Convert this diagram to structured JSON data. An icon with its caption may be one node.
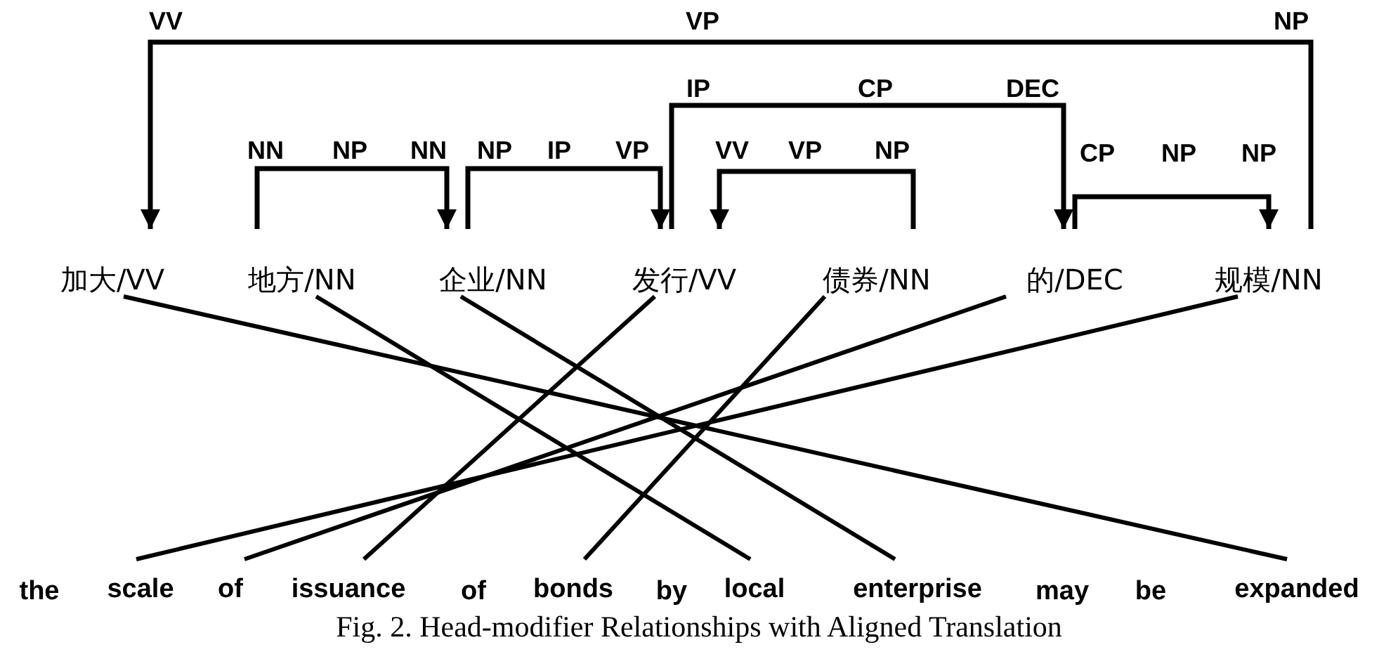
{
  "diagram": {
    "caption": "Fig. 2. Head-modifier Relationships with Aligned Translation",
    "nodes": [
      {
        "text": [
          "加大/VV"
        ]
      },
      {
        "text": [
          "地方/NN"
        ]
      },
      {
        "text": [
          "企业/NN"
        ]
      },
      {
        "text": [
          "发行/VV"
        ]
      },
      {
        "text": [
          "债券/NN"
        ]
      },
      {
        "text": [
          "的/DEC"
        ]
      },
      {
        "text": [
          "规模/NN"
        ]
      },
      {
        "text": [
          "scale"
        ]
      },
      {
        "text": [
          "of"
        ]
      },
      {
        "text": [
          "issuance"
        ]
      },
      {
        "text": [
          "bonds"
        ]
      },
      {
        "text": [
          "local"
        ]
      },
      {
        "text": [
          "enterprise"
        ]
      },
      {
        "text": [
          "expanded"
        ]
      }
    ],
    "edges": [
      {
        "from": 6,
        "to": 0,
        "arrow": "to",
        "label": "VP"
      },
      {
        "from": 3,
        "to": 5,
        "arrow": "to",
        "label": "CP"
      },
      {
        "from": 1,
        "to": 2,
        "arrow": "to",
        "label": "NP"
      },
      {
        "from": 2,
        "to": 3,
        "arrow": "to",
        "label": "IP"
      },
      {
        "from": 4,
        "to": 3,
        "arrow": "to",
        "label": "VP"
      },
      {
        "from": 5,
        "to": 6,
        "arrow": "to",
        "label": "NP"
      },
      {
        "from": 0,
        "to": 13,
        "arrow": "none"
      },
      {
        "from": 1,
        "to": 11,
        "arrow": "none"
      },
      {
        "from": 2,
        "to": 12,
        "arrow": "none"
      },
      {
        "from": 3,
        "to": 9,
        "arrow": "none"
      },
      {
        "from": 4,
        "to": 10,
        "arrow": "none"
      },
      {
        "from": 5,
        "to": 8,
        "arrow": "none"
      },
      {
        "from": 6,
        "to": 7,
        "arrow": "none"
      }
    ],
    "labels": [
      "VV",
      "NP",
      "IP",
      "DEC",
      "NN",
      "NN",
      "NP",
      "VP",
      "VV",
      "NP",
      "CP",
      "NP",
      "the",
      "of",
      "by",
      "may",
      "be"
    ]
  }
}
